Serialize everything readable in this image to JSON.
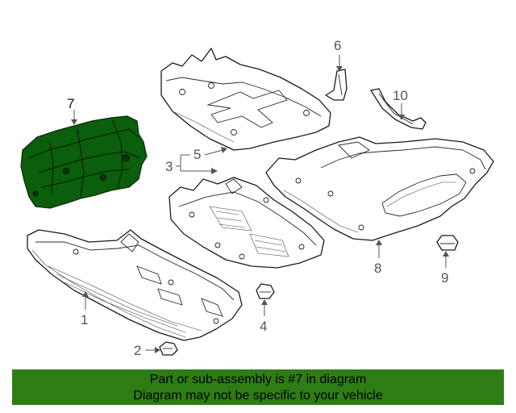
{
  "callouts": {
    "c1": "1",
    "c2": "2",
    "c3": "3",
    "c4": "4",
    "c5": "5",
    "c6": "6",
    "c7": "7",
    "c8": "8",
    "c9": "9",
    "c10": "10"
  },
  "highlighted_part": "7",
  "colors": {
    "highlight": "#0b5e0b",
    "banner": "#2e7d14",
    "line": "#1a1a1a"
  },
  "banner": {
    "line1": "Part or sub-assembly is #7 in diagram",
    "line2": "Diagram may not be specific to your vehicle"
  }
}
